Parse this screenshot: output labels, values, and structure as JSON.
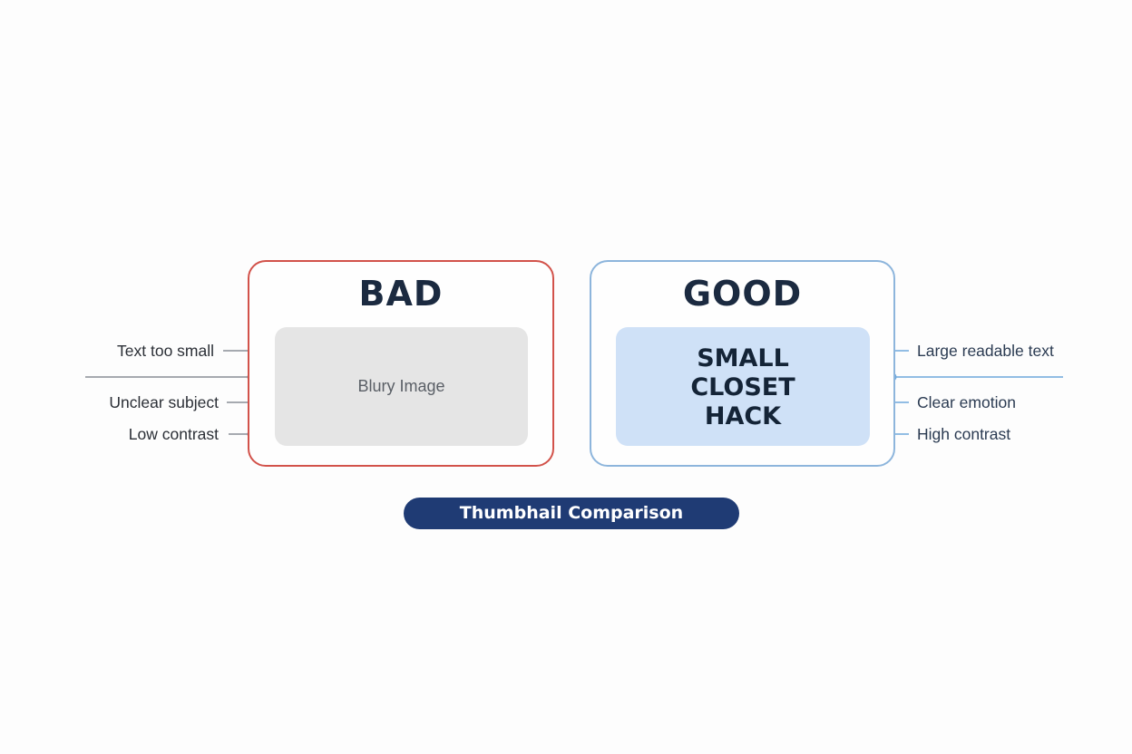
{
  "bad": {
    "title": "BAD",
    "thumbnail_label": "Blury Image",
    "callouts": [
      "Text too small",
      "Unclear subject",
      "Low contrast"
    ]
  },
  "good": {
    "title": "GOOD",
    "thumbnail_text": [
      "SMALL",
      "CLOSET",
      "HACK"
    ],
    "callouts": [
      "Large readable text",
      "Clear emotion",
      "High contrast"
    ]
  },
  "caption": "Thumbhail Comparison",
  "colors": {
    "bad_border": "#d2524a",
    "good_border": "#8db5dc",
    "pill": "#1f3b74",
    "bad_line": "#8a8f96",
    "good_line": "#6fa8dc"
  }
}
